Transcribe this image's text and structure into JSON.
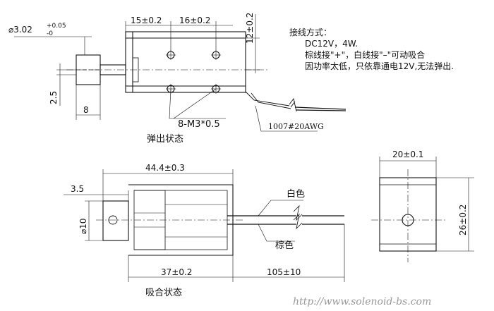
{
  "top_view": {
    "shaft_diameter_main": "⌀3.02",
    "shaft_tol_upper": "+0.05",
    "shaft_tol_lower": "-0",
    "hole_pitch_a": "15±0.2",
    "hole_pitch_b": "16±0.2",
    "height_dim": "12±0.2",
    "offset_dim": "2.5",
    "width_dim": "8",
    "thread_callout": "8-M3*0.5",
    "wire_spec": "1007#20AWG",
    "state_label": "弹出状态"
  },
  "wiring_note": {
    "title": "接线方式：",
    "line1": "DC12V，4W.",
    "line2": "棕线接\"+\"，白线接\"–\"可动吸合",
    "line3": "因功率太低，只依靠通电12V,无法弹出."
  },
  "bottom_view": {
    "overall_length": "44.4±0.3",
    "tip_length": "3.5",
    "plunger_dia": "⌀10",
    "body_length": "37±0.2",
    "lead_length": "105±10",
    "white_wire": "白色",
    "brown_wire": "棕色",
    "state_label": "吸合状态"
  },
  "side_view": {
    "width_dim": "20±0.1",
    "height_dim": "26±0.2"
  },
  "watermark": "http://www.solenoid-bs.com"
}
